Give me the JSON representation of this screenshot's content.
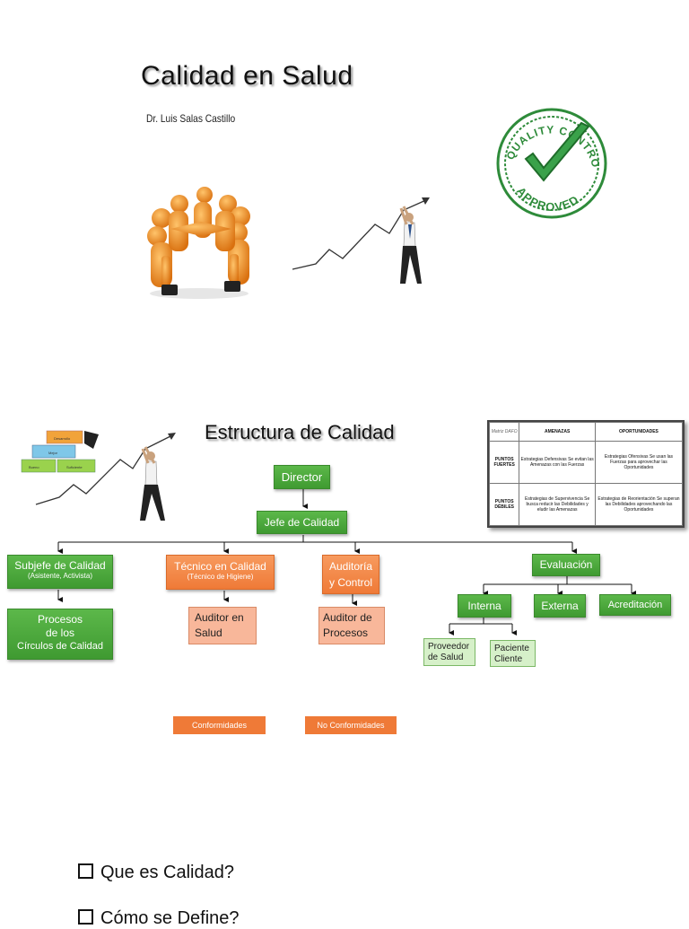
{
  "slide1": {
    "title": "Calidad en Salud",
    "author": "Dr. Luis Salas Castillo",
    "stamp": {
      "top_text": "QUALITY CONTROL",
      "bottom_text": "APPROVED",
      "icon": "checkmark-icon",
      "color": "#2e8b3a"
    }
  },
  "slide2": {
    "title": "Estructura de Calidad",
    "blocks_labels": [
      "Desarrollo",
      "Mejor",
      "Bueno",
      "Suficiente"
    ],
    "dafo": {
      "headers": [
        "AMENAZAS",
        "OPORTUNIDADES"
      ],
      "matrix_label": "Matriz DAFO",
      "row1_label": "PUNTOS FUERTES",
      "row1_cells": [
        "Estrategias Defensivas Se evitan las Amenazas con las Fuerzas",
        "Estrategias Ofensivas Se usan las Fuerzas para aprovechar las Oportunidades"
      ],
      "row2_label": "PUNTOS DÉBILES",
      "row2_cells": [
        "Estrategias de Supervivencia Se busca reducir las Debilidades y eludir las Amenazas",
        "Estrategias de Reorientación Se superan las Debilidades aprovechando las Oportunidades"
      ]
    },
    "org": {
      "director": "Director",
      "jefe": "Jefe de Calidad",
      "subjefe": "Subjefe de Calidad",
      "subjefe_sub": "(Asistente, Activista)",
      "tecnico": "Técnico en Calidad",
      "tecnico_sub": "(Técnico de Higiene)",
      "auditoria_1": "Auditoría",
      "auditoria_2": "y Control",
      "evaluacion": "Evaluación",
      "procesos_1": "Procesos",
      "procesos_2": "de los",
      "procesos_3": "Círculos de Calidad",
      "auditor_salud_1": "Auditor en",
      "auditor_salud_2": "Salud",
      "auditor_procesos_1": "Auditor de",
      "auditor_procesos_2": "Procesos",
      "interna": "Interna",
      "externa": "Externa",
      "acreditacion": "Acreditación",
      "proveedor_1": "Proveedor",
      "proveedor_2": "de Salud",
      "paciente_1": "Paciente",
      "paciente_2": "Cliente",
      "conformidades": "Conformidades",
      "no_conformidades": "No Conformidades"
    }
  },
  "slide3": {
    "bullets": [
      "Que es Calidad?",
      "Cómo se Define?"
    ]
  }
}
